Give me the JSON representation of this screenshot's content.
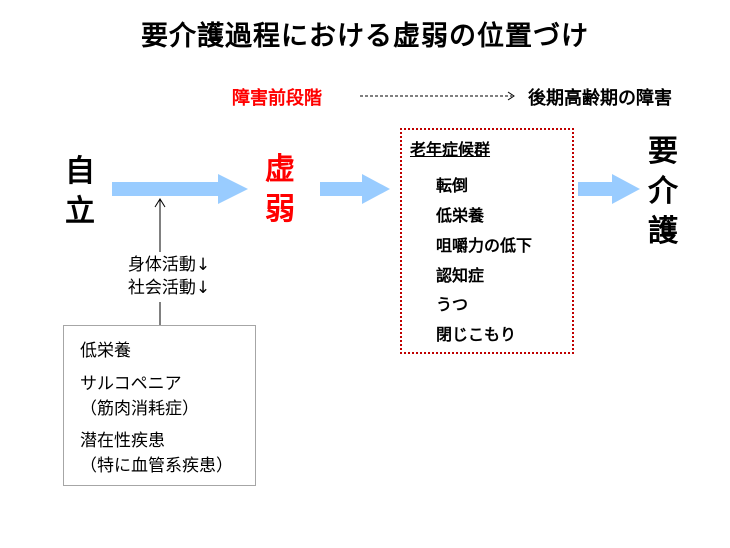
{
  "title": "要介護過程における虚弱の位置づけ",
  "stage_front": "障害前段階",
  "stage_later": "後期高齢期の障害",
  "nodes": {
    "independent": [
      "自",
      "立"
    ],
    "frailty": [
      "虚",
      "弱"
    ],
    "care": [
      "要",
      "介",
      "護"
    ]
  },
  "activity_decrease": [
    "身体活動↓",
    "社会活動↓"
  ],
  "causes": [
    "低栄養",
    "サルコペニア",
    "（筋肉消耗症）",
    "潜在性疾患",
    "（特に血管系疾患）"
  ],
  "syndrome": {
    "title": "老年症候群",
    "items": [
      "転倒",
      "低栄養",
      "咀嚼力の低下",
      "認知症",
      "うつ",
      "閉じこもり"
    ]
  },
  "colors": {
    "arrow": "#99ccff",
    "accent_red": "#ff0000",
    "dotted_border": "#c00000"
  }
}
